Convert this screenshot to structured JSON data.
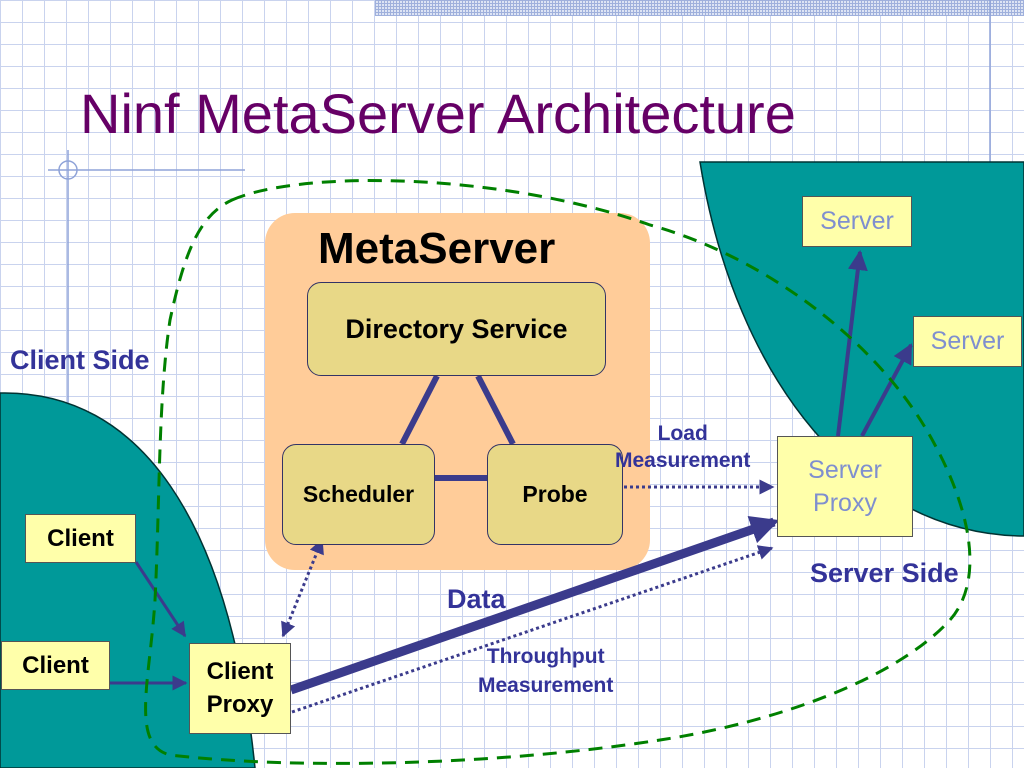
{
  "title": "Ninf MetaServer Architecture",
  "metaserver": {
    "label": "MetaServer",
    "directory_service": "Directory Service",
    "scheduler": "Scheduler",
    "probe": "Probe"
  },
  "client_side": {
    "label": "Client Side",
    "client_1": "Client",
    "client_2": "Client",
    "client_proxy_line1": "Client",
    "client_proxy_line2": "Proxy"
  },
  "server_side": {
    "label": "Server Side",
    "server_1": "Server",
    "server_2": "Server",
    "server_proxy_line1": "Server",
    "server_proxy_line2": "Proxy"
  },
  "edges": {
    "load_line1": "Load",
    "load_line2": "Measurement",
    "data": "Data",
    "throughput_line1": "Throughput",
    "throughput_line2": "Measurement"
  },
  "colors": {
    "title": "#660066",
    "teal": "#009999",
    "metaserver_bg": "#ffcc99",
    "component_bg": "#e8d887",
    "box_bg": "#ffffaa",
    "arrow": "#3b3b8c",
    "dashed_boundary": "#008000",
    "side_label": "#333399"
  }
}
